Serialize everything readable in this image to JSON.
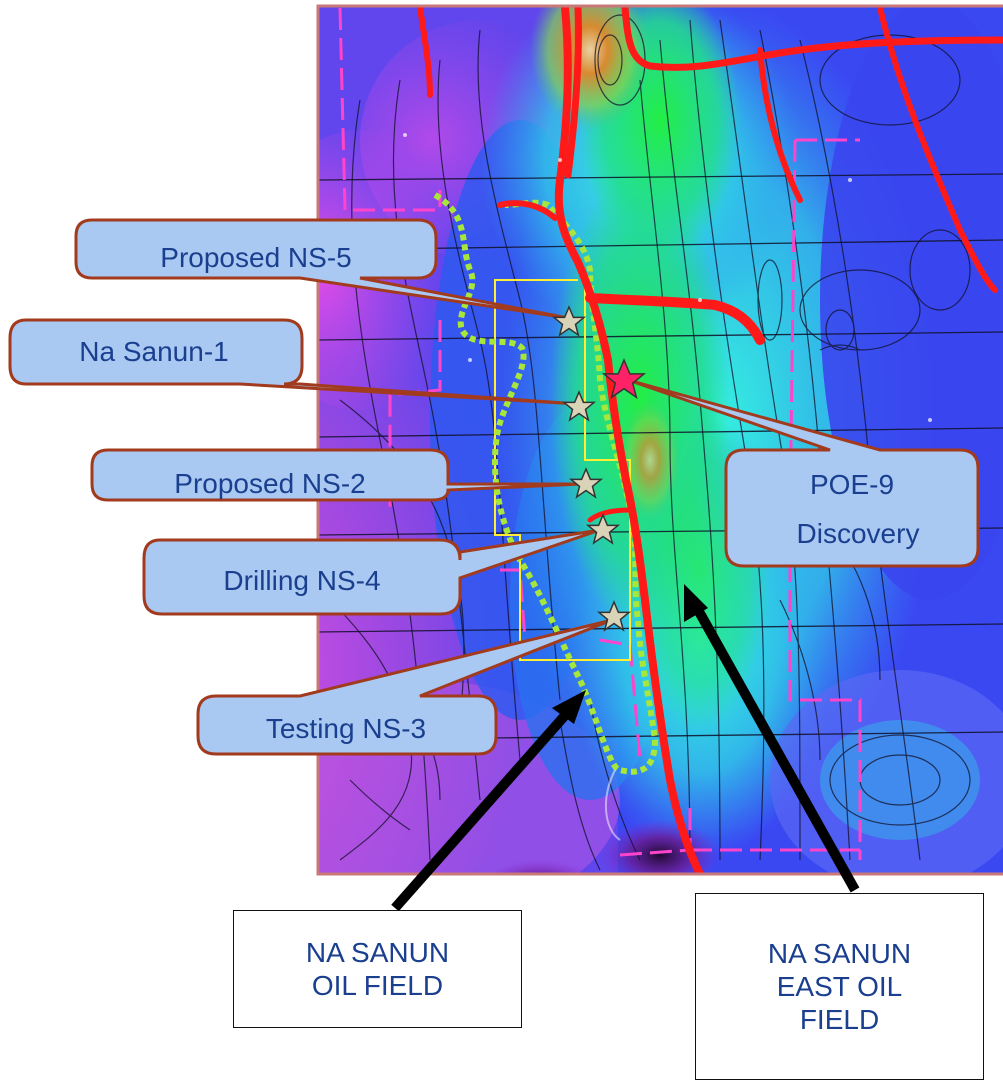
{
  "wells": [
    {
      "label": "Proposed NS-5"
    },
    {
      "label": "Na Sanun-1"
    },
    {
      "label": "Proposed NS-2"
    },
    {
      "label": "Drilling NS-4"
    },
    {
      "label": "Testing NS-3"
    }
  ],
  "discovery": {
    "line1": "POE-9",
    "line2": "Discovery"
  },
  "fields": [
    {
      "lines": [
        "NA SANUN",
        "OIL FIELD"
      ]
    },
    {
      "lines": [
        "NA SANUN",
        "EAST OIL",
        "FIELD"
      ]
    }
  ],
  "colors": {
    "fault": "#ff1a1a",
    "field_outline": "#a8e63a",
    "block_outline_yellow": "#ffee33",
    "block_outline_magenta": "#ff44cc",
    "callout_fill": "#a9c9f2",
    "callout_border": "#a23a1e",
    "callout_text": "#1a3f8f",
    "well_star": "#d9d3b8",
    "discovery_star": "#ff2266",
    "arrow": "#000000"
  },
  "icons": {
    "well": "star-icon",
    "discovery": "star-icon",
    "pointer": "arrow-icon"
  }
}
